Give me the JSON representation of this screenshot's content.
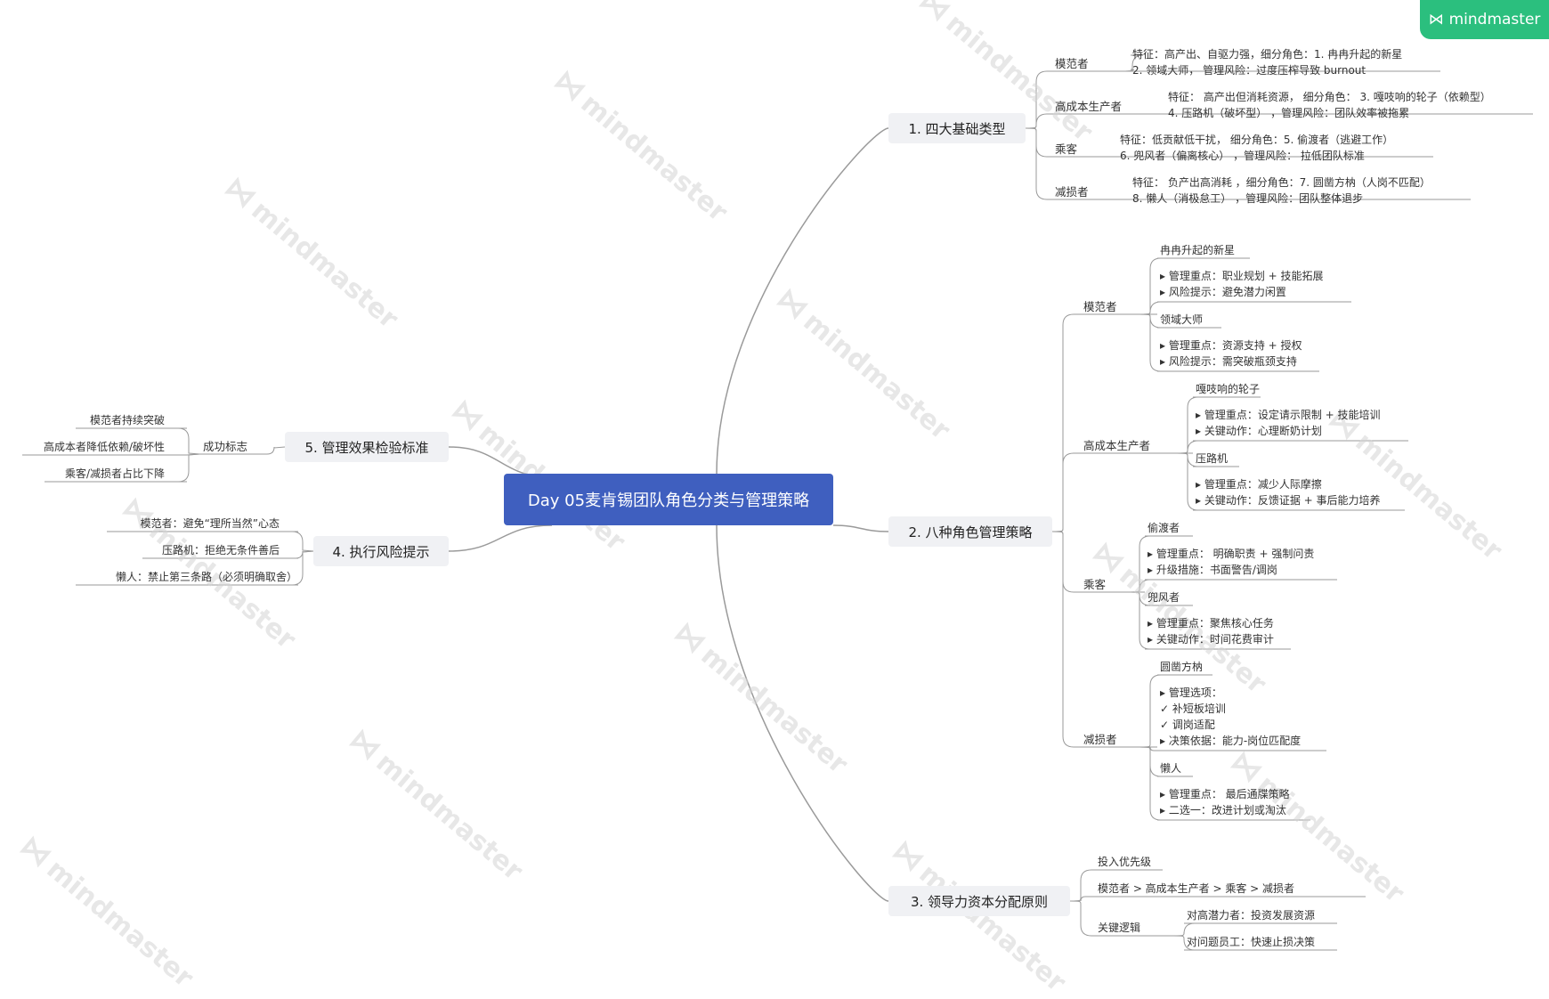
{
  "brand": "mindmaster",
  "watermark": "mindmaster",
  "root": "Day 05麦肯锡团队角色分类与管理策略",
  "branches": {
    "b1": {
      "label": "1. 四大基础类型",
      "items": [
        {
          "label": "模范者",
          "lines": [
            "特征：高产出、自驱力强，细分角色：1. 冉冉升起的新星",
            "2. 领域大师， 管理风险：过度压榨导致 burnout"
          ]
        },
        {
          "label": "高成本生产者",
          "lines": [
            "特征：  高产出但消耗资源， 细分角色：  3. 嘎吱响的轮子（依赖型）",
            "4. 压路机（破坏型）  ，管理风险：团队效率被拖累"
          ]
        },
        {
          "label": "乘客",
          "lines": [
            "特征：低贡献低干扰， 细分角色：5. 偷渡者（逃避工作）",
            "6. 兜风者（偏离核心）  ，管理风险：  拉低团队标准"
          ]
        },
        {
          "label": "减损者",
          "lines": [
            "特征：  负产出高消耗 ，细分角色：7. 圆凿方枘（人岗不匹配）",
            "8. 懒人（消极怠工）  ，管理风险：团队整体退步"
          ]
        }
      ]
    },
    "b2": {
      "label": "2. 八种角色管理策略",
      "groups": [
        {
          "label": "模范者",
          "roles": [
            {
              "name": "冉冉升起的新星",
              "lines": [
                "▸ 管理重点：职业规划 + 技能拓展",
                "▸ 风险提示：避免潜力闲置"
              ]
            },
            {
              "name": "领域大师",
              "lines": [
                "▸ 管理重点：资源支持 + 授权",
                "▸ 风险提示：需突破瓶颈支持"
              ]
            }
          ]
        },
        {
          "label": "高成本生产者",
          "roles": [
            {
              "name": "嘎吱响的轮子",
              "lines": [
                "▸ 管理重点：设定请示限制 + 技能培训",
                "▸ 关键动作：心理断奶计划"
              ]
            },
            {
              "name": "压路机",
              "lines": [
                "▸ 管理重点：减少人际摩擦",
                "▸ 关键动作：反馈证据 + 事后能力培养"
              ]
            }
          ]
        },
        {
          "label": "乘客",
          "roles": [
            {
              "name": "偷渡者",
              "lines": [
                "▸ 管理重点：  明确职责 + 强制问责",
                "▸ 升级措施：书面警告/调岗"
              ]
            },
            {
              "name": "兜风者",
              "lines": [
                "▸ 管理重点：聚焦核心任务",
                "▸ 关键动作：时间花费审计"
              ]
            }
          ]
        },
        {
          "label": "减损者",
          "roles": [
            {
              "name": "圆凿方枘",
              "lines": [
                "▸ 管理选项：",
                "✓ 补短板培训",
                "✓ 调岗适配",
                "▸ 决策依据：能力-岗位匹配度"
              ]
            },
            {
              "name": "懒人",
              "lines": [
                "▸ 管理重点：  最后通牒策略",
                "▸ 二选一：改进计划或淘汰"
              ]
            }
          ]
        }
      ]
    },
    "b3": {
      "label": "3. 领导力资本分配原则",
      "priority_title": "投入优先级",
      "priority": "模范者 >  高成本生产者  > 乘客  > 减损者",
      "logic_title": "关键逻辑",
      "logic": [
        "对高潜力者：投资发展资源",
        "对问题员工：快速止损决策"
      ]
    },
    "b4": {
      "label": "4. 执行风险提示",
      "items": [
        "模范者：避免“理所当然”心态",
        "压路机：拒绝无条件善后",
        "懒人：禁止第三条路（必须明确取舍）"
      ]
    },
    "b5": {
      "label": "5. 管理效果检验标准",
      "sub": "成功标志",
      "items": [
        "模范者持续突破",
        "高成本者降低依赖/破坏性",
        "乘客/减损者占比下降"
      ]
    }
  }
}
